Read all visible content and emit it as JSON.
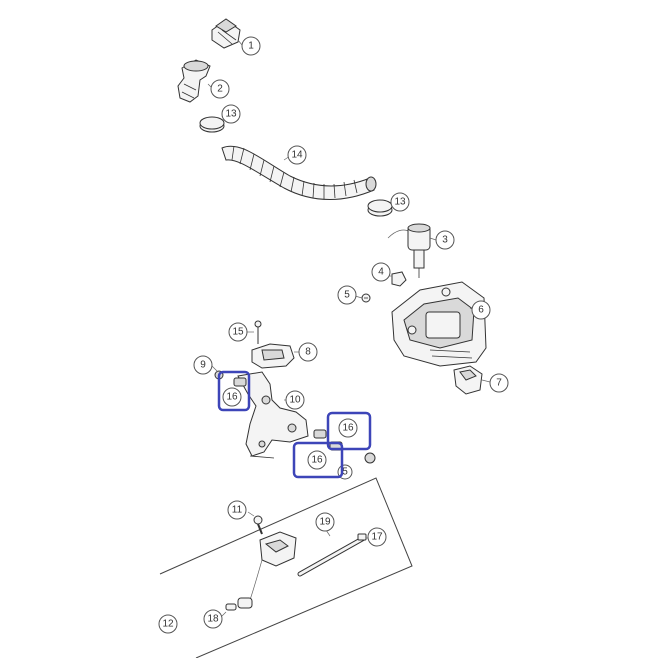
{
  "callouts": [
    {
      "id": "c1",
      "label": "1"
    },
    {
      "id": "c2",
      "label": "2"
    },
    {
      "id": "c13a",
      "label": "13"
    },
    {
      "id": "c14",
      "label": "14"
    },
    {
      "id": "c13b",
      "label": "13"
    },
    {
      "id": "c3",
      "label": "3"
    },
    {
      "id": "c4",
      "label": "4"
    },
    {
      "id": "c5",
      "label": "5"
    },
    {
      "id": "c6",
      "label": "6"
    },
    {
      "id": "c15",
      "label": "15"
    },
    {
      "id": "c8",
      "label": "8"
    },
    {
      "id": "c9",
      "label": "9"
    },
    {
      "id": "c16a",
      "label": "16"
    },
    {
      "id": "c7",
      "label": "7"
    },
    {
      "id": "c10",
      "label": "10"
    },
    {
      "id": "c16b",
      "label": "16"
    },
    {
      "id": "c16c",
      "label": "16"
    },
    {
      "id": "c5b",
      "label": "5"
    },
    {
      "id": "c11",
      "label": "11"
    },
    {
      "id": "c19",
      "label": "19"
    },
    {
      "id": "c17",
      "label": "17"
    },
    {
      "id": "c18",
      "label": "18"
    },
    {
      "id": "c12",
      "label": "12"
    }
  ],
  "highlight_color": "#3d45b8"
}
